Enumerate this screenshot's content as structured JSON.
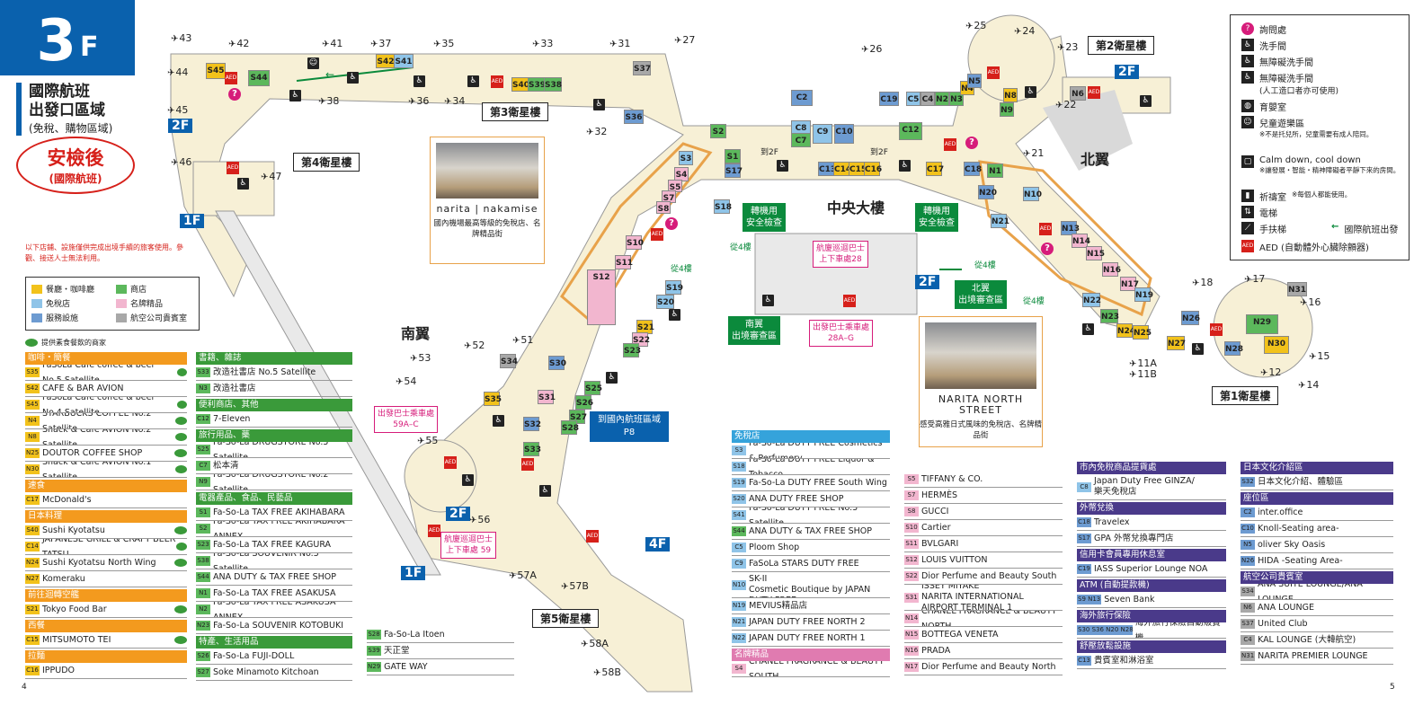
{
  "header": {
    "floor_number": "3",
    "floor_suffix": "F",
    "title_line1": "國際航班",
    "title_line2": "出發口區域",
    "title_line3": "(免稅、購物區域)",
    "post_security": "安檢後",
    "post_security_sub": "(國際航班)"
  },
  "note": "以下店鋪、設施僅供完成出境手續的旅客使用。參觀、接送人士無法利用。",
  "category_legend": [
    {
      "label": "餐廳・咖啡廳",
      "color": "#f2c21b"
    },
    {
      "label": "商店",
      "color": "#5cb85c"
    },
    {
      "label": "免稅店",
      "color": "#8fc4e8"
    },
    {
      "label": "名牌精品",
      "color": "#f2b6cf"
    },
    {
      "label": "服務設施",
      "color": "#6d9bd1"
    },
    {
      "label": "航空公司貴賓室",
      "color": "#a8a8a8"
    }
  ],
  "veg_note": "提供素食餐飲的商家",
  "satellites": {
    "s1": "第1衛星樓",
    "s2": "第2衛星樓",
    "s3": "第3衛星樓",
    "s4": "第4衛星樓",
    "s5": "第5衛星樓"
  },
  "wings": {
    "north": "北翼",
    "south": "南翼",
    "central": "中央大樓"
  },
  "floor_flags": {
    "f2a": "2F",
    "f2b": "2F",
    "f2c": "2F",
    "f2d": "2F",
    "f1a": "1F",
    "f1b": "1F",
    "f4": "4F"
  },
  "gates": [
    "11A",
    "11B",
    "12",
    "14",
    "15",
    "16",
    "17",
    "18",
    "21",
    "22",
    "23",
    "24",
    "25",
    "26",
    "27",
    "31",
    "32",
    "33",
    "34",
    "35",
    "36",
    "37",
    "38",
    "41",
    "42",
    "43",
    "44",
    "45",
    "46",
    "47",
    "51",
    "52",
    "53",
    "54",
    "55",
    "56",
    "57A",
    "57B",
    "58A",
    "58B"
  ],
  "green_labels": {
    "transfer_left": "轉機用\n安全檢查",
    "transfer_right": "轉機用\n安全檢查",
    "south_immigration": "南翼\n出境審查區",
    "north_immigration": "北翼\n出境審查區",
    "to_4f_1": "從4樓",
    "to_4f_2": "從4樓",
    "to_4f_3": "從4樓",
    "to_4f_4": "從4樓",
    "to_2f_1": "到2F",
    "to_2f_2": "到2F"
  },
  "pink_labels": {
    "bus28": "航廈巡迴巴士\n上下車處28",
    "bus28a": "出發巴士乘車處\n28A–G",
    "bus59a": "出發巴士乘車處\n59A–C",
    "bus59": "航廈巡迴巴士\n上下車處 59"
  },
  "domestic": {
    "label": "到國內航班區域",
    "code": "P8"
  },
  "photo_left": {
    "logo": "narita | nakamise",
    "caption": "國內機場最高等級的免稅店、名牌精品街"
  },
  "photo_right": {
    "logo": "NARITA NORTH STREET",
    "caption": "感受高雅日式風味的免稅店、名牌精品街"
  },
  "icon_legend": [
    {
      "icon": "info-icon",
      "glyph": "?",
      "label": "詢問處",
      "sub": ""
    },
    {
      "icon": "restroom-icon",
      "glyph": "♿",
      "label": "洗手間",
      "sub": ""
    },
    {
      "icon": "accessible-restroom-icon",
      "glyph": "♿",
      "label": "無障礙洗手間",
      "sub": ""
    },
    {
      "icon": "ostomate-restroom-icon",
      "glyph": "♿",
      "label": "無障礙洗手間",
      "sub": "(人工造口者亦可使用)"
    },
    {
      "icon": "nursing-room-icon",
      "glyph": "◍",
      "label": "育嬰室",
      "sub": ""
    },
    {
      "icon": "kids-play-area-icon",
      "glyph": "☺",
      "label": "兒童遊樂區",
      "sub": "※不是托兒所，兒童需要有成人陪同。"
    },
    {
      "icon": "calm-down-room-icon",
      "glyph": "▢",
      "label": "Calm down, cool down",
      "sub": "※讓發展・智能・精神障礙者平靜下來的房間。"
    },
    {
      "icon": "prayer-room-icon",
      "glyph": "▮",
      "label": "祈禱室",
      "sub": "※每個人都能使用。"
    },
    {
      "icon": "elevator-icon",
      "glyph": "⇅",
      "label": "電梯",
      "sub": ""
    },
    {
      "icon": "escalator-icon",
      "glyph": "⟋",
      "label": "手扶梯",
      "sub": ""
    },
    {
      "icon": "departure-route-icon",
      "glyph": "←",
      "label": "國際航班出發",
      "sub": ""
    },
    {
      "icon": "aed-icon",
      "glyph": "AED",
      "label": "AED (自動體外心臟除顫器)",
      "sub": ""
    }
  ],
  "store_lists": {
    "col1": [
      {
        "header": "咖啡・簡餐",
        "color": "#f39a1e",
        "rows": [
          {
            "code": "S35",
            "name": "FaSoLa Cafe coffee & beer No.5 Satellite",
            "veg": true
          },
          {
            "code": "S42",
            "name": "CAFE & BAR AVION",
            "veg": false
          },
          {
            "code": "S45",
            "name": "FaSoLa Cafe coffee & beer No.4 Satellite",
            "veg": true
          },
          {
            "code": "N4",
            "name": "STARBUCKS COFFEE No.2 Satellite",
            "veg": true
          },
          {
            "code": "N8",
            "name": "Snack & Cafe AVION No.2 Satellite",
            "veg": true
          },
          {
            "code": "N25",
            "name": "DOUTOR COFFEE SHOP",
            "veg": true
          },
          {
            "code": "N30",
            "name": "Snack & Cafe AVION No.1 Satellite",
            "veg": true
          }
        ]
      },
      {
        "header": "速食",
        "color": "#f39a1e",
        "rows": [
          {
            "code": "C17",
            "name": "McDonald's",
            "veg": false
          }
        ]
      },
      {
        "header": "日本料理",
        "color": "#f39a1e",
        "rows": [
          {
            "code": "S40",
            "name": "Sushi Kyotatsu",
            "veg": true
          },
          {
            "code": "C14",
            "name": "JAPANESE GRILL & CRAFT BEER TATSU",
            "veg": true
          },
          {
            "code": "N24",
            "name": "Sushi Kyotatsu North Wing",
            "veg": true
          },
          {
            "code": "N27",
            "name": "Komeraku",
            "veg": false
          }
        ]
      },
      {
        "header": "前往迴轉空艦",
        "color": "#f39a1e",
        "rows": [
          {
            "code": "S21",
            "name": "Tokyo Food Bar",
            "veg": true
          }
        ]
      },
      {
        "header": "西餐",
        "color": "#f39a1e",
        "rows": [
          {
            "code": "C15",
            "name": "MITSUMOTO TEI",
            "veg": true
          }
        ]
      },
      {
        "header": "拉麵",
        "color": "#f39a1e",
        "rows": [
          {
            "code": "C16",
            "name": "IPPUDO",
            "veg": false
          }
        ]
      }
    ],
    "col2": [
      {
        "header": "書籍、雜誌",
        "color": "#3a9a3a",
        "rows": [
          {
            "code": "S33",
            "name": "改造社書店 No.5 Satellite"
          },
          {
            "code": "N3",
            "name": "改造社書店"
          }
        ]
      },
      {
        "header": "便利商店、其他",
        "color": "#3a9a3a",
        "rows": [
          {
            "code": "C12",
            "name": "7-Eleven"
          }
        ]
      },
      {
        "header": "旅行用品、藥",
        "color": "#3a9a3a",
        "rows": [
          {
            "code": "S25",
            "name": "Fa-So-La DRUGSTORE No.5 Satellite"
          },
          {
            "code": "C7",
            "name": "松本清"
          },
          {
            "code": "N9",
            "name": "Fa-So-La DRUGSTORE No.2 Satellite"
          }
        ]
      },
      {
        "header": "電器產品、食品、民藝品",
        "color": "#3a9a3a",
        "rows": [
          {
            "code": "S1",
            "name": "Fa-So-La TAX FREE AKIHABARA"
          },
          {
            "code": "S2",
            "name": "Fa-So-La TAX FREE AKIHABARA ANNEX"
          },
          {
            "code": "S23",
            "name": "Fa-So-La TAX FREE KAGURA"
          },
          {
            "code": "S38",
            "name": "Fa-So-La SOUVENIR No.3 Satellite"
          },
          {
            "code": "S44",
            "name": "ANA DUTY & TAX FREE SHOP"
          },
          {
            "code": "N1",
            "name": "Fa-So-La TAX FREE ASAKUSA"
          },
          {
            "code": "N2",
            "name": "Fa-So-La TAX FREE ASAKUSA ANNEX"
          },
          {
            "code": "N23",
            "name": "Fa-So-La SOUVENIR KOTOBUKI"
          }
        ]
      },
      {
        "header": "特產、生活用品",
        "color": "#3a9a3a",
        "rows": [
          {
            "code": "S26",
            "name": "Fa-So-La FUJI-DOLL"
          },
          {
            "code": "S27",
            "name": "Soke Minamoto Kitchoan"
          }
        ]
      }
    ],
    "col2b": [
      {
        "code": "S28",
        "name": "Fa-So-La Itoen"
      },
      {
        "code": "S39",
        "name": "天正堂"
      },
      {
        "code": "N29",
        "name": "GATE WAY"
      }
    ],
    "col3": [
      {
        "header": "免稅店",
        "color": "#35a3db",
        "rows": [
          {
            "code": "S3",
            "name": "Fa-So-La DUTY FREE Cosmetics & Perfumery"
          },
          {
            "code": "S18",
            "name": "Fa-So-La DUTY FREE Liquor & Tobacco"
          },
          {
            "code": "S19",
            "name": "Fa-So-La DUTY FREE South Wing"
          },
          {
            "code": "S20",
            "name": "ANA DUTY FREE SHOP"
          },
          {
            "code": "S41",
            "name": "Fa-So-La DUTY FREE No.3 Satellite"
          },
          {
            "code": "S44",
            "name": "ANA DUTY & TAX FREE SHOP"
          },
          {
            "code": "C5",
            "name": "Ploom Shop"
          },
          {
            "code": "C9",
            "name": "FaSoLa STARS DUTY FREE"
          },
          {
            "code": "N10",
            "name": "Cle de Peau Beaute/ HERMES/ SK-II\nCosmetic Boutique by JAPAN DUTY FREE",
            "tall": true
          },
          {
            "code": "N19",
            "name": "MEVIUS精品店"
          },
          {
            "code": "N21",
            "name": "JAPAN DUTY FREE NORTH 2"
          },
          {
            "code": "N22",
            "name": "JAPAN DUTY FREE NORTH 1"
          }
        ]
      },
      {
        "header": "名牌精品",
        "color": "#e07bb0",
        "rows": [
          {
            "code": "S4",
            "name": "CHANEL FRAGRANCE & BEAUTY SOUTH"
          }
        ]
      }
    ],
    "col4": [
      {
        "code": "S5",
        "name": "TIFFANY & CO."
      },
      {
        "code": "S7",
        "name": "HERMÈS"
      },
      {
        "code": "S8",
        "name": "GUCCI"
      },
      {
        "code": "S10",
        "name": "Cartier"
      },
      {
        "code": "S11",
        "name": "BVLGARI"
      },
      {
        "code": "S12",
        "name": "LOUIS VUITTON"
      },
      {
        "code": "S22",
        "name": "Dior Perfume and Beauty South"
      },
      {
        "code": "S31",
        "name": "ISSEY MIYAKE\nNARITA INTERNATIONAL AIRPORT TERMINAL 1",
        "tall": true
      },
      {
        "code": "N14",
        "name": "CHANEL FRAGRANCE & BEAUTY NORTH"
      },
      {
        "code": "N15",
        "name": "BOTTEGA VENETA"
      },
      {
        "code": "N16",
        "name": "PRADA"
      },
      {
        "code": "N17",
        "name": "Dior Perfume and Beauty North"
      }
    ],
    "col5": [
      {
        "header": "市內免稅商品提貨處",
        "color": "#4a3a8a",
        "rows": [
          {
            "code": "C8",
            "name": "Japan Duty Free GINZA/\n樂天免稅店",
            "tall": true
          }
        ]
      },
      {
        "header": "外幣兌換",
        "color": "#4a3a8a",
        "rows": [
          {
            "code": "C18",
            "name": "Travelex"
          },
          {
            "code": "S17",
            "name": "GPA 外幣兌換專門店"
          }
        ]
      },
      {
        "header": "信用卡會員專用休息室",
        "color": "#4a3a8a",
        "rows": [
          {
            "code": "C19",
            "name": "IASS Superior Lounge NOA"
          }
        ]
      },
      {
        "header": "ATM (自動提款機)",
        "color": "#4a3a8a",
        "rows": [
          {
            "code": "S9 N13",
            "name": "Seven Bank"
          }
        ]
      },
      {
        "header": "海外旅行保險",
        "color": "#4a3a8a",
        "rows": [
          {
            "code": "S30 S36 N20 N28",
            "name": "海外旅行保險自動販賣機"
          }
        ]
      },
      {
        "header": "舒壓放鬆設施",
        "color": "#4a3a8a",
        "rows": [
          {
            "code": "C13",
            "name": "貴賓室和淋浴室"
          }
        ]
      }
    ],
    "col6": [
      {
        "header": "日本文化介紹區",
        "color": "#4a3a8a",
        "rows": [
          {
            "code": "S32",
            "name": "日本文化介紹、體驗區"
          }
        ]
      },
      {
        "header": "座位區",
        "color": "#4a3a8a",
        "rows": [
          {
            "code": "C2",
            "name": "inter.office"
          },
          {
            "code": "C10",
            "name": "Knoll-Seating area-"
          },
          {
            "code": "N5",
            "name": "oliver Sky Oasis"
          },
          {
            "code": "N26",
            "name": "HIDA -Seating Area-"
          }
        ]
      },
      {
        "header": "航空公司貴賓室",
        "color": "#4a3a8a",
        "rows": [
          {
            "code": "S34",
            "name": "ANA SUITE LOUNGE/ANA LOUNGE"
          },
          {
            "code": "N6",
            "name": "ANA LOUNGE"
          },
          {
            "code": "S37",
            "name": "United Club"
          },
          {
            "code": "C4",
            "name": "KAL LOUNGE (大韓航空)"
          },
          {
            "code": "N31",
            "name": "NARITA PREMIER LOUNGE"
          }
        ]
      }
    ]
  },
  "page_numbers": {
    "left": "4",
    "right": "5"
  }
}
